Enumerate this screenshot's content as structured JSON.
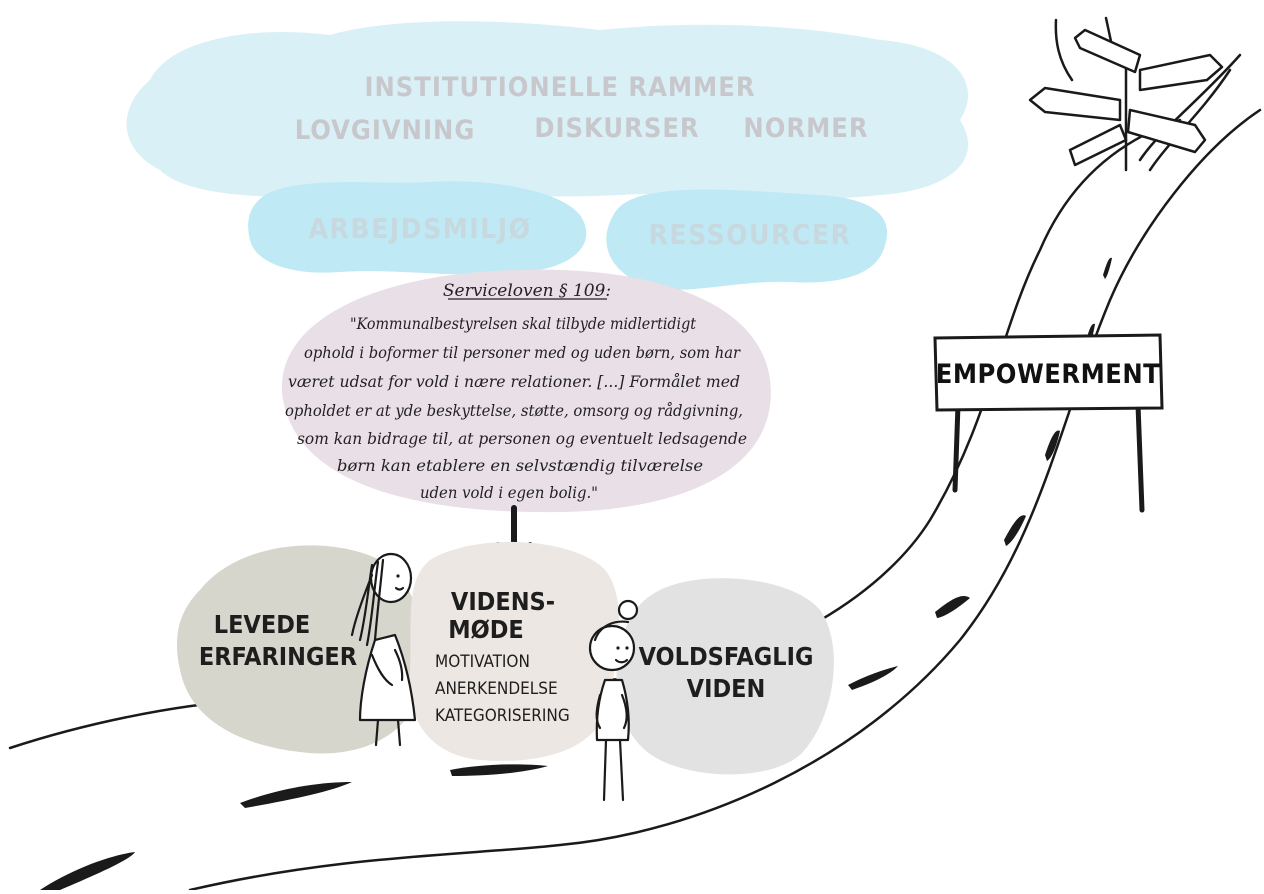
{
  "clouds": {
    "institutional_title": "INSTITUTIONELLE RAMMER",
    "law": "LOVGIVNING",
    "discourses": "DISKURSER",
    "norms": "NORMER",
    "work_environment": "ARBEJDSMILJØ",
    "resources": "RESSOURCER"
  },
  "speech_bubble": {
    "title": "Serviceloven § 109:",
    "lines": [
      "\"Kommunalbestyrelsen skal tilbyde midlertidigt",
      "ophold i boformer til personer med og uden børn, som har",
      "været udsat for vold i nære relationer. [...] Formålet med",
      "opholdet er at yde beskyttelse, støtte, omsorg og rådgivning,",
      "som kan bidrage til, at personen og eventuelt ledsagende",
      "børn kan etablere en selvstændig tilværelse",
      "uden vold i egen bolig.\""
    ]
  },
  "blobs": {
    "lived": {
      "line1": "LEVEDE",
      "line2": "ERFARINGER"
    },
    "meeting": {
      "line1": "VIDENS-",
      "line2": "MØDE",
      "items": [
        "MOTIVATION",
        "ANERKENDELSE",
        "KATEGORISERING"
      ]
    },
    "violence": {
      "line1": "VOLDSFAGLIG",
      "line2": "VIDEN"
    }
  },
  "sign": {
    "label": "EMPOWERMENT"
  },
  "colors": {
    "cloud_big": "#d9f0f6",
    "cloud_small": "#bfe9f5",
    "speech_bubble": "#e9dfe6",
    "blob_lived": "#d7d6cc",
    "blob_meeting": "#ece7e3",
    "blob_violence": "#e2e2e2",
    "ink": "#1a1a1a"
  }
}
